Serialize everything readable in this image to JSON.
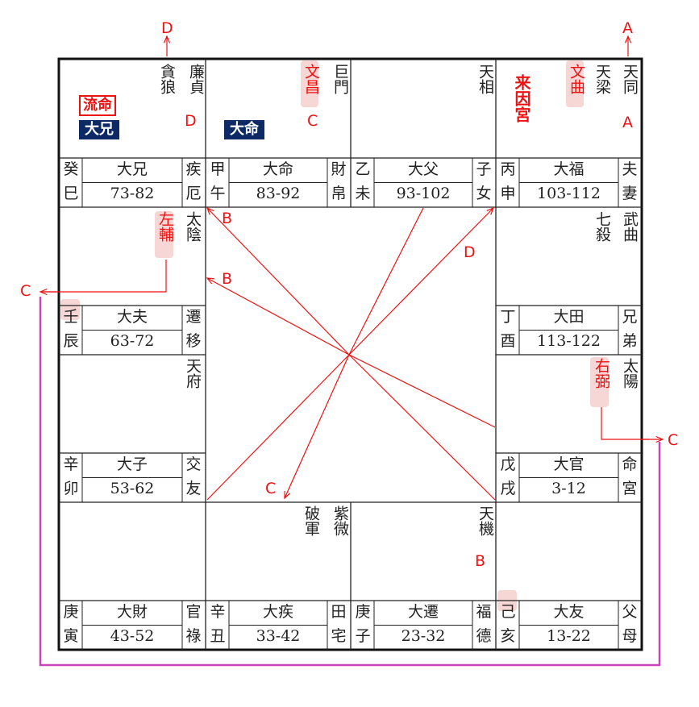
{
  "colors": {
    "red": "#ee1111",
    "navy": "#0d2a66",
    "magenta": "#cc44bb",
    "highlight": "#f7d6d6"
  },
  "palaces": {
    "si": {
      "stem": "癸",
      "branch": "巳",
      "major": "大兄",
      "range": "73-82",
      "palace_a": "疾",
      "palace_b": "厄"
    },
    "wu": {
      "stem": "甲",
      "branch": "午",
      "major": "大命",
      "range": "83-92",
      "palace_a": "財",
      "palace_b": "帛"
    },
    "wei": {
      "stem": "乙",
      "branch": "未",
      "major": "大父",
      "range": "93-102",
      "palace_a": "子",
      "palace_b": "女"
    },
    "shen": {
      "stem": "丙",
      "branch": "申",
      "major": "大福",
      "range": "103-112",
      "palace_a": "夫",
      "palace_b": "妻"
    },
    "chen": {
      "stem": "壬",
      "branch": "辰",
      "major": "大夫",
      "range": "63-72",
      "palace_a": "遷",
      "palace_b": "移"
    },
    "you": {
      "stem": "丁",
      "branch": "酉",
      "major": "大田",
      "range": "113-122",
      "palace_a": "兄",
      "palace_b": "弟"
    },
    "mao": {
      "stem": "辛",
      "branch": "卯",
      "major": "大子",
      "range": "53-62",
      "palace_a": "交",
      "palace_b": "友"
    },
    "xu": {
      "stem": "戊",
      "branch": "戌",
      "major": "大官",
      "range": "3-12",
      "palace_a": "命",
      "palace_b": "宮"
    },
    "yin": {
      "stem": "庚",
      "branch": "寅",
      "major": "大財",
      "range": "43-52",
      "palace_a": "官",
      "palace_b": "祿"
    },
    "chou": {
      "stem": "辛",
      "branch": "丑",
      "major": "大疾",
      "range": "33-42",
      "palace_a": "田",
      "palace_b": "宅"
    },
    "zi": {
      "stem": "庚",
      "branch": "子",
      "major": "大遷",
      "range": "23-32",
      "palace_a": "福",
      "palace_b": "德"
    },
    "hai": {
      "stem": "己",
      "branch": "亥",
      "major": "大友",
      "range": "13-22",
      "palace_a": "父",
      "palace_b": "母"
    }
  },
  "stars": {
    "si_1": "廉貞",
    "si_2": "貪狼",
    "wu_1": "巨門",
    "wu_2": "文昌",
    "wei_1": "天相",
    "shen_1": "天同",
    "shen_2": "天梁",
    "shen_3": "文曲",
    "chen_1": "太陰",
    "chen_2": "左輔",
    "you_1": "武曲",
    "you_2": "七殺",
    "mao_1": "天府",
    "xu_1": "太陽",
    "xu_2": "右弼",
    "chou_1": "紫微",
    "chou_2": "破軍",
    "zi_1": "天機"
  },
  "labels": {
    "liuming": "流命",
    "daxiong": "大兄",
    "daming": "大命",
    "laiyin": "来因宮",
    "ann_d_top": "D",
    "ann_d_si": "D",
    "ann_a_top": "A",
    "ann_a_shen": "A",
    "ann_c_wu": "C",
    "ann_b_zi": "B",
    "ann_b1": "B",
    "ann_b2": "B",
    "ann_d_mid": "D",
    "ann_c_left": "C",
    "ann_c_right": "C",
    "ann_c_center": "C"
  }
}
